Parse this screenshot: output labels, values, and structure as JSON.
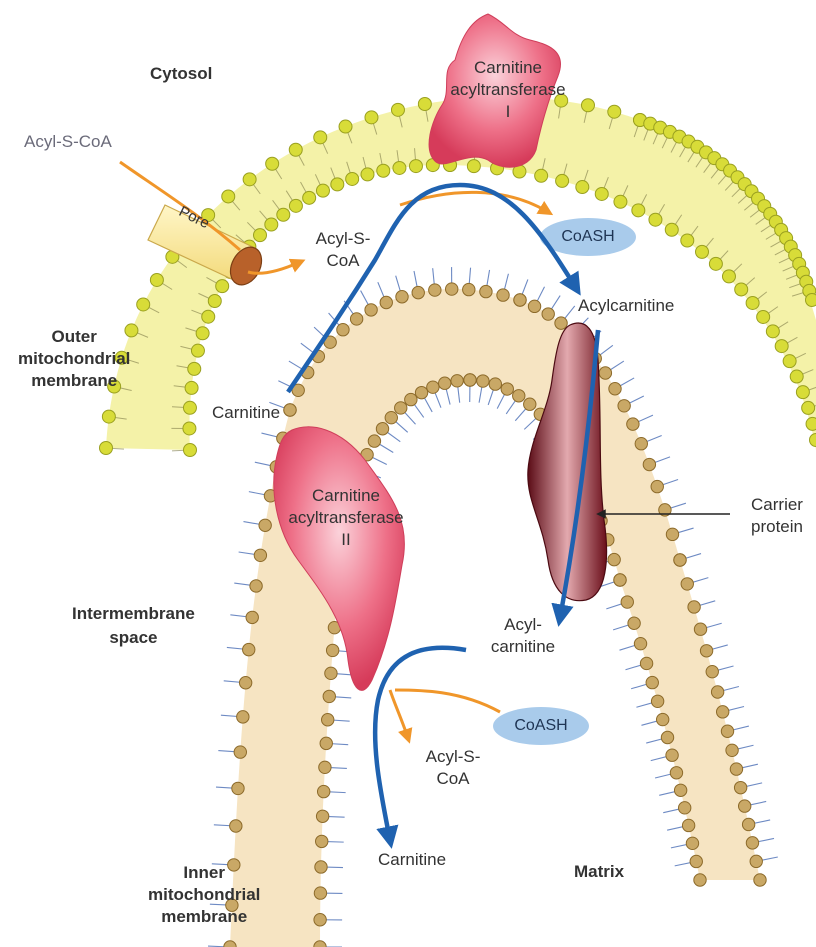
{
  "labels": {
    "cytosol": "Cytosol",
    "outer_membrane": [
      "Outer",
      "mitochondrial",
      "membrane"
    ],
    "intermembrane": [
      "Intermembrane",
      "space"
    ],
    "inner_membrane": [
      "Inner",
      "mitochondrial",
      "membrane"
    ],
    "matrix": "Matrix",
    "cat1": [
      "Carnitine",
      "acyltransferase",
      "I"
    ],
    "cat2": [
      "Carnitine",
      "acyltransferase",
      "II"
    ],
    "pore": "Pore",
    "acyl_scoa_outside": "Acyl-S-CoA",
    "acyl_scoa_ims": [
      "Acyl-S-",
      "CoA"
    ],
    "coash_top": "CoASH",
    "acylcarnitine_top": "Acylcarnitine",
    "carnitine_ims": "Carnitine",
    "carrier": [
      "Carrier",
      "protein"
    ],
    "acylcarnitine_matrix": [
      "Acyl-",
      "carnitine"
    ],
    "coash_bottom": "CoASH",
    "acyl_scoa_matrix": [
      "Acyl-S-",
      "CoA"
    ],
    "carnitine_matrix": "Carnitine"
  },
  "colors": {
    "outer_membrane_fill": "#f4f2a8",
    "outer_bead": "#d8dc38",
    "inner_membrane_fill": "#f6e4c2",
    "inner_bead": "#c9a866",
    "tail_blue": "#3d63b0",
    "enzyme_pink": "#ea5a74",
    "carrier_red": "#7e1622",
    "flow_blue": "#1f62b0",
    "flow_orange": "#f0962a",
    "coash_oval": "#a9cbeb"
  }
}
